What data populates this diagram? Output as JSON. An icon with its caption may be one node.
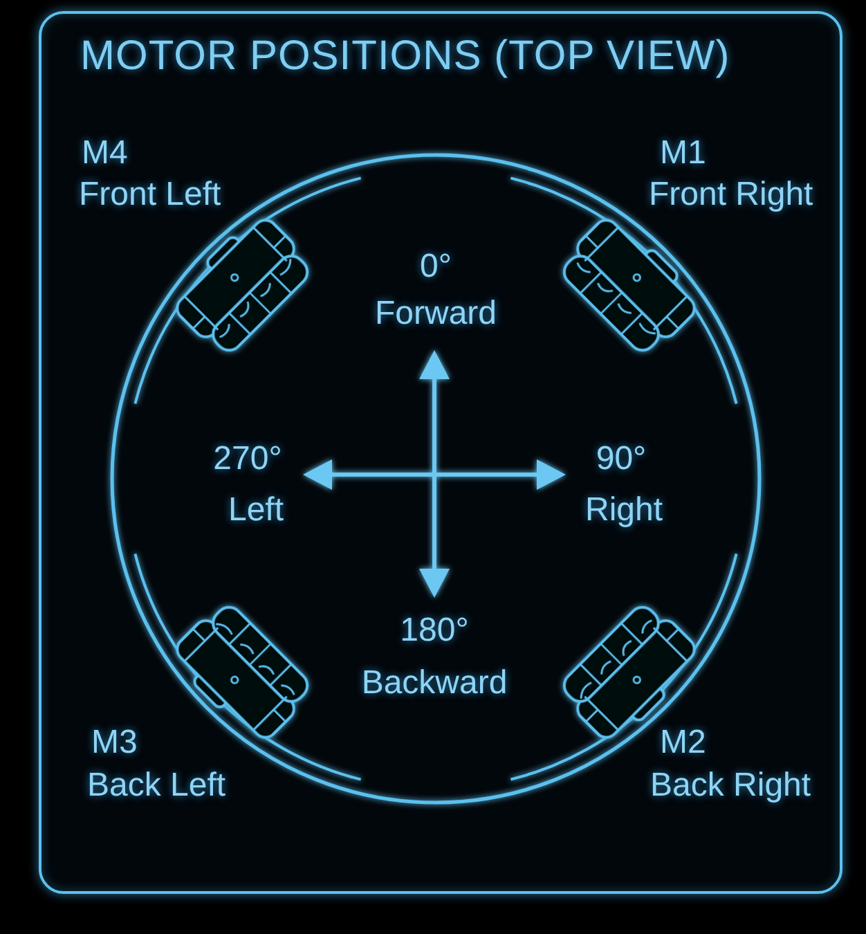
{
  "diagram": {
    "title": "MOTOR POSITIONS (TOP VIEW)",
    "labels": [
      "M4",
      "Front Left",
      "M1",
      "Front Right",
      "0°",
      "Forward",
      "270°",
      "Left",
      "90°",
      "Right",
      "180°",
      "Backward",
      "M3",
      "Back Left",
      "M2",
      "Back Right"
    ]
  }
}
